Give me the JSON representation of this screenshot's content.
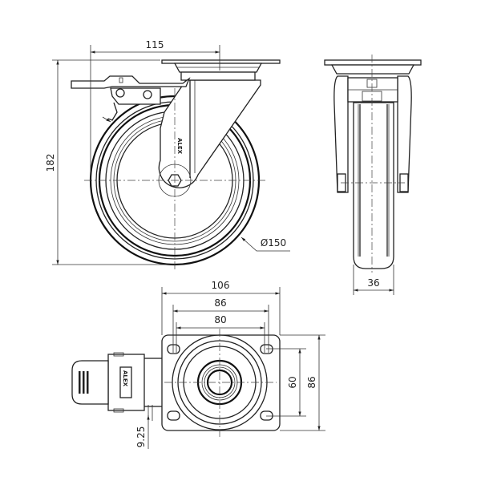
{
  "drawing": {
    "front_view": {
      "dim_offset_width": "115",
      "dim_height": "182",
      "dim_wheel_diameter": "Ø150",
      "brand_mark": "ALEX"
    },
    "side_view": {
      "dim_wheel_width": "36"
    },
    "top_view": {
      "dim_plate_width": "106",
      "dim_hole_span_outer": "86",
      "dim_hole_span_inner": "80",
      "dim_hole_span_vertical": "60",
      "dim_plate_height": "86",
      "dim_brake_offset": "9.25",
      "brand_mark": "ALEX"
    }
  }
}
